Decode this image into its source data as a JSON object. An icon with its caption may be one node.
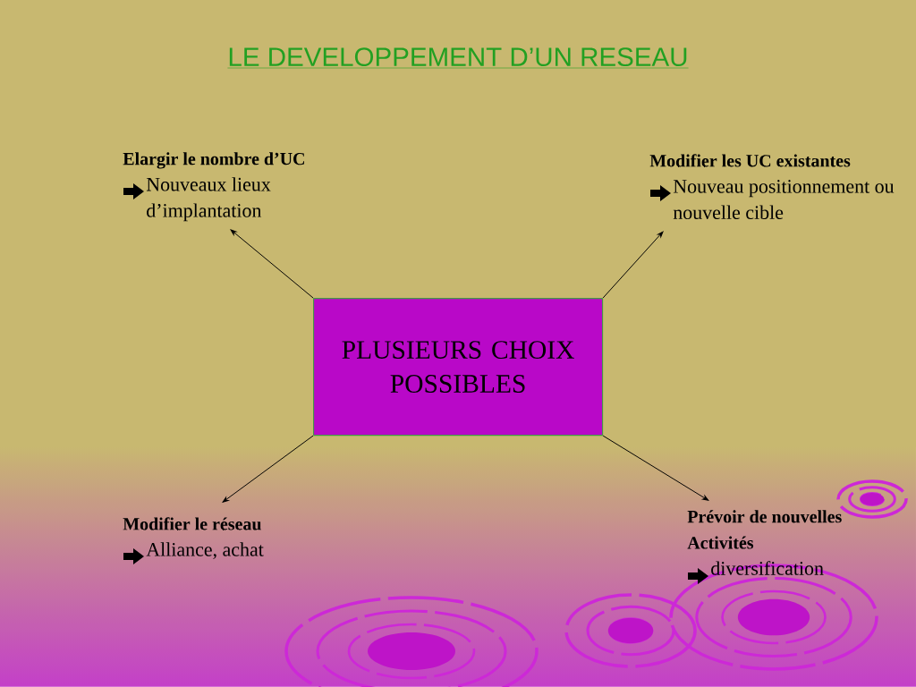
{
  "diagram": {
    "title": "LE DEVELOPPEMENT D’UN RESEAU",
    "nodes": [
      {
        "text": [
          "PLUSIEURS CHOIX POSSIBLES"
        ]
      },
      {
        "text": [
          "Elargir le nombre d’UC",
          "Nouveaux lieux d’implantation"
        ]
      },
      {
        "text": [
          "Modifier les UC existantes",
          "Nouveau positionnement ou nouvelle cible"
        ]
      },
      {
        "text": [
          "Modifier le réseau",
          "Alliance, achat"
        ]
      },
      {
        "text": [
          "Prévoir de nouvelles Activités",
          "diversification"
        ]
      }
    ],
    "edges": [
      {
        "from": 0,
        "to": 1,
        "arrow": "to"
      },
      {
        "from": 0,
        "to": 2,
        "arrow": "to"
      },
      {
        "from": 0,
        "to": 3,
        "arrow": "to"
      },
      {
        "from": 0,
        "to": 4,
        "arrow": "to"
      }
    ]
  }
}
